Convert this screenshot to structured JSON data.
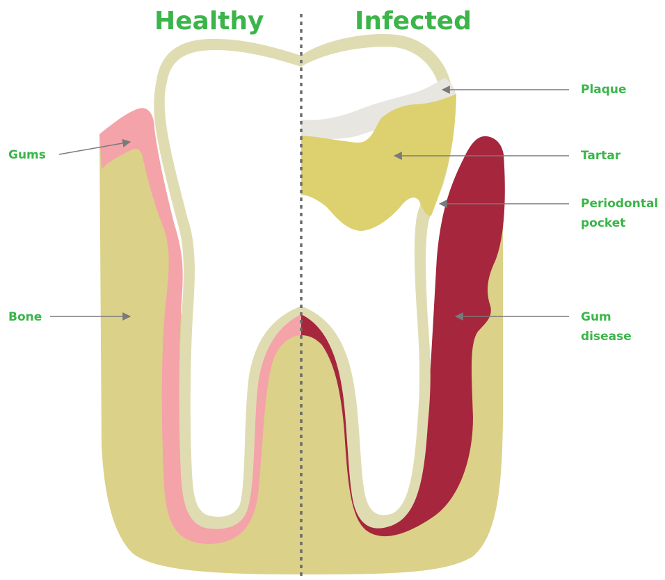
{
  "headings": {
    "left": "Healthy",
    "right": "Infected"
  },
  "labels": {
    "gums": "Gums",
    "bone": "Bone",
    "plaque": "Plaque",
    "tartar": "Tartar",
    "periodontal_pocket_line1": "Periodontal",
    "periodontal_pocket_line2": "pocket",
    "gum_disease_line1": "Gum",
    "gum_disease_line2": "disease"
  },
  "colors": {
    "label_text": "#3bb54a",
    "bone": "#dbd189",
    "tooth_enamel": "#e0dcb2",
    "tooth_inner": "#ffffff",
    "healthy_gum": "#f4a3a9",
    "diseased_gum": "#a6263d",
    "tartar": "#ddd06f",
    "plaque": "#e8e6e0",
    "arrow": "#7a7a7a",
    "divider": "#6b6b6b"
  }
}
